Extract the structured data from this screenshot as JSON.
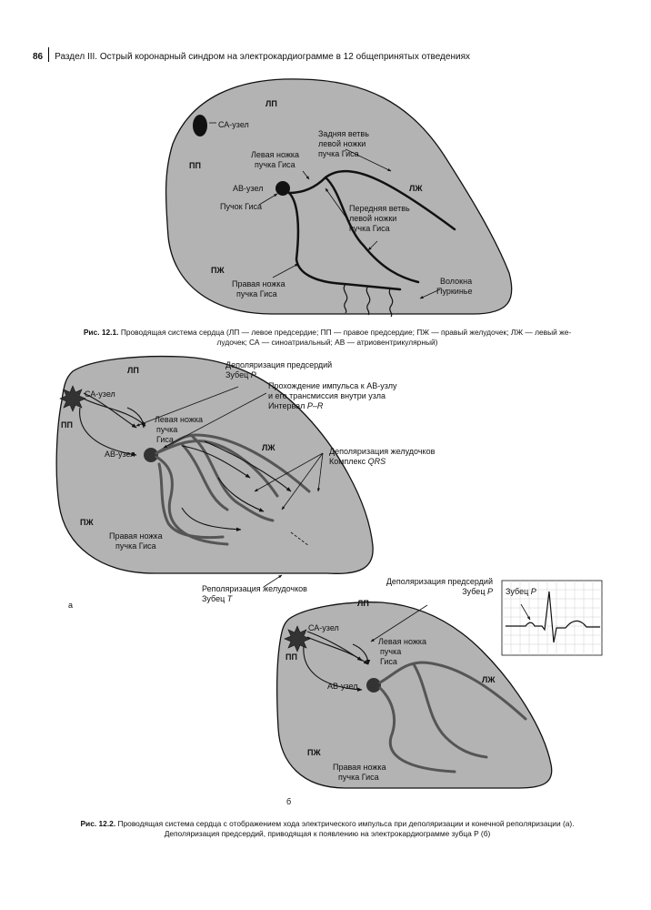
{
  "header": {
    "page_number": "86",
    "running_title": "Раздел III. Острый коронарный синдром на электрокардиограмме в 12 общепринятых отведениях"
  },
  "fig1": {
    "labels": {
      "lp": "ЛП",
      "pp": "ПП",
      "lzh": "ЛЖ",
      "pzh": "ПЖ",
      "sa_node": "СА-узел",
      "av_node": "АВ-узел",
      "left_bundle_1": "Левая ножка",
      "left_bundle_2": "пучка Гиса",
      "his_bundle": "Пучок Гиса",
      "posterior_1": "Задняя ветвь",
      "posterior_2": "левой ножки",
      "posterior_3": "пучка Гиса",
      "anterior_1": "Передняя ветвь",
      "anterior_2": "левой ножки",
      "anterior_3": "пучка Гиса",
      "right_bundle_1": "Правая ножка",
      "right_bundle_2": "пучка Гиса",
      "purkinje_1": "Волокна",
      "purkinje_2": "Пуркинье"
    },
    "caption_label": "Рис. 12.1.",
    "caption_line1": "Проводящая система сердца (ЛП — левое предсердие; ПП — правое предсердие; ПЖ — правый желудочек; ЛЖ — левый же-",
    "caption_line2": "лудочек; СА — синоатриальный; АВ — атриовентрикулярный)"
  },
  "fig2a": {
    "labels": {
      "lp": "ЛП",
      "pp": "ПП",
      "lzh": "ЛЖ",
      "pzh": "ПЖ",
      "sa_node": "СА-узел",
      "av_node": "АВ-узел",
      "left_bundle_1": "Левая ножка",
      "left_bundle_2": "пучка",
      "left_bundle_3": "Гиса",
      "right_bundle_1": "Правая ножка",
      "right_bundle_2": "пучка Гиса",
      "atrial_dep_1": "Деполяризация предсердий",
      "atrial_dep_2": "Зубец ",
      "atrial_dep_2_i": "P",
      "av_cond_1": "Прохождение импульса к АВ-узлу",
      "av_cond_2": "и его трансмиссия внутри узла",
      "av_cond_3": "Интервал ",
      "av_cond_3_i": "P–R",
      "vent_dep_1": "Деполяризация желудочков",
      "vent_dep_2": "Комплекс ",
      "vent_dep_2_i": "QRS",
      "vent_rep_1": "Реполяризация желудочков",
      "vent_rep_2": "Зубец ",
      "vent_rep_2_i": "T",
      "panel": "а"
    }
  },
  "fig2b": {
    "labels": {
      "lp": "ЛП",
      "pp": "ПП",
      "lzh": "ЛЖ",
      "pzh": "ПЖ",
      "sa_node": "СА-узел",
      "av_node": "АВ-узел",
      "left_bundle_1": "Левая ножка",
      "left_bundle_2": "пучка",
      "left_bundle_3": "Гиса",
      "right_bundle_1": "Правая ножка",
      "right_bundle_2": "пучка Гиса",
      "atrial_dep_1": "Деполяризация предсердий",
      "atrial_dep_2": "Зубец ",
      "atrial_dep_2_i": "P",
      "ecg_label": "Зубец ",
      "ecg_label_i": "P",
      "panel": "б"
    },
    "caption_label": "Рис. 12.2.",
    "caption_line1": "Проводящая система сердца с отображением хода электрического импульса при деполяризации и конечной реполяризации (а).",
    "caption_line2": "Деполяризация предсердий, приводящая к появлению на электрокардиограмме зубца P (б)"
  },
  "colors": {
    "heart_fill": "#b3b3b3",
    "conduction": "#555555",
    "ink": "#111111",
    "grid": "#cfcfcf"
  }
}
